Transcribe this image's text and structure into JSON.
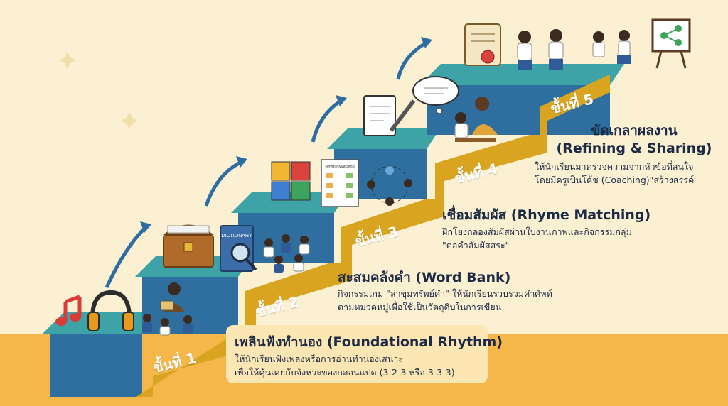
{
  "colors": {
    "background": "#fbf0d2",
    "floor": "#f6b74a",
    "step_top": "#3da3a6",
    "step_front": "#2e6fa0",
    "step_side": "#d9a520",
    "arrow": "#2e6da4",
    "text": "#1d2a45"
  },
  "steps": [
    {
      "label": "ขั้นที่ 1",
      "title": "เพลินฟังทำนอง (Foundational Rhythm)",
      "desc_lines": [
        "ให้นักเรียนฟังเพลงหรือการอ่านทำนองเสนาะ",
        "เพื่อให้คุ้นเคยกับจังหวะของกลอนแปด (3-2-3 หรือ 3-3-3)"
      ],
      "icons": [
        "music-note-icon",
        "headphones-icon",
        "teacher-reading-students-icon"
      ]
    },
    {
      "label": "ขั้นที่ 2",
      "title": "สะสมคลังคำ (Word Bank)",
      "desc_lines": [
        "กิจกรรมเกม \"ล่าขุมทรัพย์คำ\" ให้นักเรียนรวบรวมคำศัพท์",
        "ตามหมวดหมู่เพื่อใช้เป็นวัตถุดิบในการเขียน"
      ],
      "icons": [
        "treasure-chest-icon",
        "dictionary-icon",
        "students-group-icon"
      ],
      "dictionary_text": "DICTIONARY"
    },
    {
      "label": "ขั้นที่ 3",
      "title": "เชื่อมสัมผัส (Rhyme Matching)",
      "desc_lines": [
        "ฝึกโยงกลองสัมผัสผ่านใบงานภาพและกิจกรรมกลุ่ม",
        "\"ต่อคำสัมผัสสระ\""
      ],
      "icons": [
        "puzzle-icon",
        "worksheet-icon",
        "circle-group-icon"
      ],
      "worksheet_text": "Rhyme Matching"
    },
    {
      "label": "ขั้นที่ 4",
      "title": "",
      "desc_lines": [],
      "icons": [
        "notebook-pen-icon",
        "thought-bubble-icon",
        "teacher-coaching-icon"
      ]
    },
    {
      "label": "ขั้นที่ 5",
      "title": "ขัดเกลาผลงาน",
      "title_en": "(Refining & Sharing)",
      "desc_lines": [
        "ให้นักเรียนมาตรวจความจากหัวข้อที่สนใจ",
        "โดยมีครูเป็นโค้ช (Coaching)\"สร้างสรรค์"
      ],
      "icons": [
        "certificate-scroll-icon",
        "students-presenting-icon",
        "students-sharing-icon",
        "share-board-icon"
      ]
    }
  ]
}
